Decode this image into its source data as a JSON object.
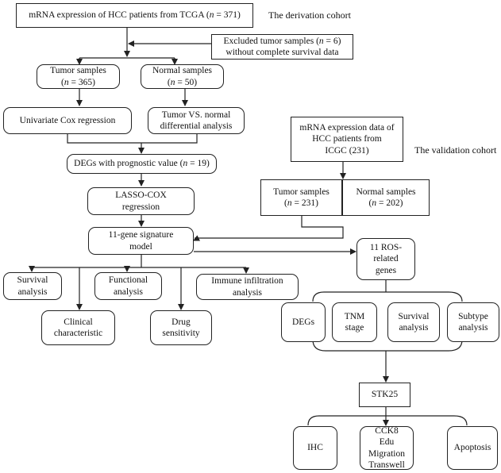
{
  "derivation": {
    "cohort_label": "The derivation cohort",
    "tcga": {
      "prefix": "mRNA expression of HCC patients from TCGA (",
      "n": "n",
      "suffix": " = 371)"
    },
    "excluded": {
      "line1_prefix": "Excluded tumor samples (",
      "n": "n",
      "line1_suffix": " = 6)",
      "line2": "without complete survival data"
    },
    "tumor": {
      "line1": "Tumor samples",
      "line2_open": "(",
      "n": "n",
      "line2_suffix": " = 365)"
    },
    "normal": {
      "line1": "Normal samples",
      "line2_open": "(",
      "n": "n",
      "line2_suffix": " = 50)"
    },
    "univariate": "Univariate Cox regression",
    "differential": {
      "line1": "Tumor VS. normal",
      "line2": "differential analysis"
    },
    "degs": {
      "prefix": "DEGs with prognostic value (",
      "n": "n",
      "suffix": " = 19)"
    },
    "lasso": {
      "line1": "LASSO-COX",
      "line2": "regression"
    },
    "signature": {
      "line1": "11-gene signature",
      "line2": "model"
    }
  },
  "outcomes": {
    "survival": {
      "line1": "Survival",
      "line2": "analysis"
    },
    "functional": {
      "line1": "Functional",
      "line2": "analysis"
    },
    "immune": {
      "line1": "Immune infiltration",
      "line2": "analysis"
    },
    "clinical": {
      "line1": "Clinical",
      "line2": "characteristic"
    },
    "drug": {
      "line1": "Drug",
      "line2": "sensitivity"
    }
  },
  "validation": {
    "cohort_label": "The validation cohort",
    "icgc": {
      "line1": "mRNA expression data of",
      "line2": "HCC patients from",
      "line3": "ICGC (231)"
    },
    "tumor": {
      "line1": "Tumor samples",
      "line2_open": "(",
      "n": "n",
      "line2_suffix": " = 231)"
    },
    "normal": {
      "line1": "Normal samples",
      "line2_open": "(",
      "n": "n",
      "line2_suffix": " = 202)"
    }
  },
  "ros": {
    "genes": {
      "line1": "11 ROS-related",
      "line2": "genes"
    },
    "degs": "DEGs",
    "tnm": {
      "line1": "TNM",
      "line2": "stage"
    },
    "survival": {
      "line1": "Survival",
      "line2": "analysis"
    },
    "subtype": {
      "line1": "Subtype",
      "line2": "analysis"
    },
    "stk25": "STK25",
    "ihc": "IHC",
    "assays": [
      "CCK8",
      "Edu",
      "Migration",
      "Transwell"
    ],
    "apoptosis": "Apoptosis"
  }
}
